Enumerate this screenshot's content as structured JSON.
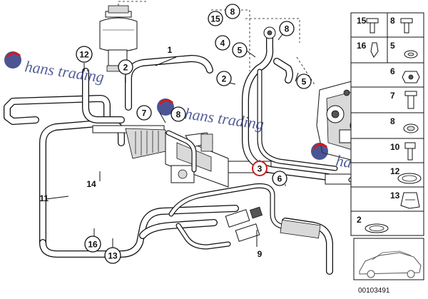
{
  "watermark": {
    "text": "hans trading",
    "color": "#1e2a78",
    "accent": "#d11a1a"
  },
  "callouts": {
    "c15": "15",
    "c8a": "8",
    "c8b": "8",
    "c4": "4",
    "c5a": "5",
    "c5b": "5",
    "c3": "3",
    "c2a": "2",
    "c2b": "2",
    "c1": "1",
    "c12": "12",
    "c7": "7",
    "c8c": "8",
    "c6": "6",
    "c14": "14",
    "c11": "11",
    "c16": "16",
    "c13": "13",
    "c9": "9"
  },
  "panel": {
    "r15": "15",
    "r8": "8",
    "r16": "16",
    "r5": "5",
    "r6": "6",
    "r7": "7",
    "r8b": "8",
    "r10": "10",
    "r12": "12",
    "r13": "13",
    "r2": "2"
  },
  "catalog_number": "00103491",
  "highlight_color": "#d11a1a"
}
